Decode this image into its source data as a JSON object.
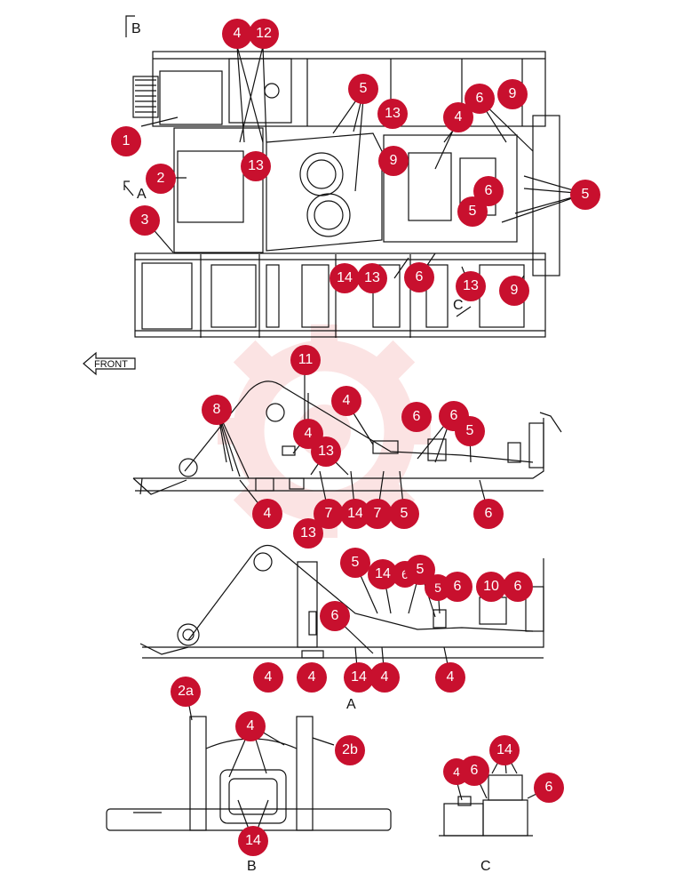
{
  "views": {
    "top_marker": "B",
    "side_marker": "A",
    "detail_marker": "C",
    "section_a": "A",
    "section_b": "B",
    "section_c": "C"
  },
  "front_label": "FRONT",
  "colors": {
    "callout": "#c8102e",
    "line": "#111111",
    "watermark": "#e02020"
  },
  "callouts": {
    "top": [
      "1",
      "2",
      "3",
      "4",
      "12",
      "13",
      "5",
      "13",
      "9",
      "4",
      "6",
      "9",
      "6",
      "5",
      "5",
      "14",
      "13",
      "6",
      "13",
      "9"
    ],
    "side": [
      "11",
      "8",
      "4",
      "13",
      "4",
      "6",
      "6",
      "5",
      "7",
      "14",
      "7",
      "5",
      "6",
      "4"
    ],
    "side2": [
      "13",
      "5",
      "14",
      "6",
      "5",
      "5",
      "6",
      "10",
      "6",
      "6",
      "4",
      "4",
      "14",
      "4",
      "4"
    ],
    "b": [
      "2a",
      "4",
      "2b",
      "14"
    ],
    "c": [
      "4",
      "6",
      "14",
      "6"
    ]
  }
}
